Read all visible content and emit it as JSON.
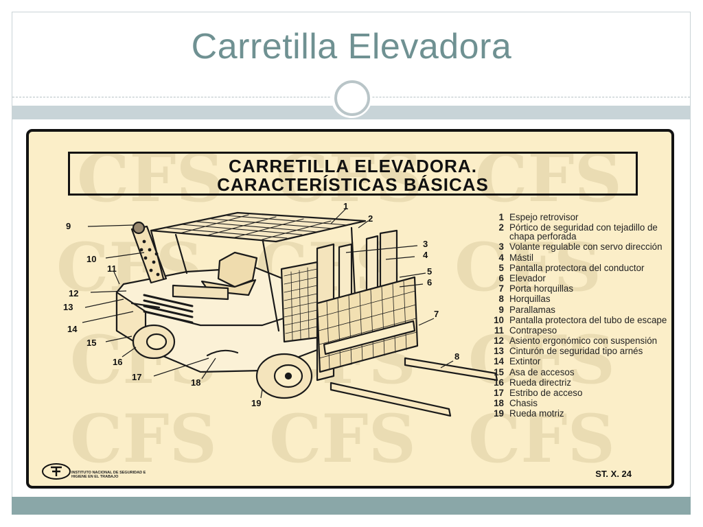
{
  "slide": {
    "title": "Carretilla Elevadora"
  },
  "poster": {
    "title_line1": "CARRETILLA ELEVADORA.",
    "title_line2": "CARACTERÍSTICAS BÁSICAS",
    "reference": "ST. X. 24",
    "institute": "INSTITUTO NACIONAL DE SEGURIDAD E HIGIENE EN EL TRABAJO",
    "watermark_glyph": "CFS",
    "legend": [
      {
        "num": "1",
        "text": "Espejo retrovisor"
      },
      {
        "num": "2",
        "text": "Pórtico de seguridad con tejadillo de chapa perforada"
      },
      {
        "num": "3",
        "text": "Volante regulable con servo dirección"
      },
      {
        "num": "4",
        "text": "Mástil"
      },
      {
        "num": "5",
        "text": "Pantalla protectora del conductor"
      },
      {
        "num": "6",
        "text": "Elevador"
      },
      {
        "num": "7",
        "text": "Porta horquillas"
      },
      {
        "num": "8",
        "text": "Horquillas"
      },
      {
        "num": "9",
        "text": "Parallamas"
      },
      {
        "num": "10",
        "text": "Pantalla protectora del tubo de escape"
      },
      {
        "num": "11",
        "text": "Contrapeso"
      },
      {
        "num": "12",
        "text": "Asiento ergonómico con suspensión"
      },
      {
        "num": "13",
        "text": "Cinturón de seguridad tipo arnés"
      },
      {
        "num": "14",
        "text": "Extintor"
      },
      {
        "num": "15",
        "text": "Asa de accesos"
      },
      {
        "num": "16",
        "text": "Rueda directriz"
      },
      {
        "num": "17",
        "text": "Estribo de acceso"
      },
      {
        "num": "18",
        "text": "Chasis"
      },
      {
        "num": "19",
        "text": "Rueda motriz"
      }
    ],
    "callouts": [
      "1",
      "2",
      "3",
      "4",
      "5",
      "6",
      "7",
      "8",
      "9",
      "10",
      "11",
      "12",
      "13",
      "14",
      "15",
      "16",
      "17",
      "18",
      "19"
    ]
  },
  "colors": {
    "title": "#6f9192",
    "poster_bg": "#fbeec8",
    "header_band": "#c8d4d8",
    "footer_band": "#8aa7a8"
  }
}
